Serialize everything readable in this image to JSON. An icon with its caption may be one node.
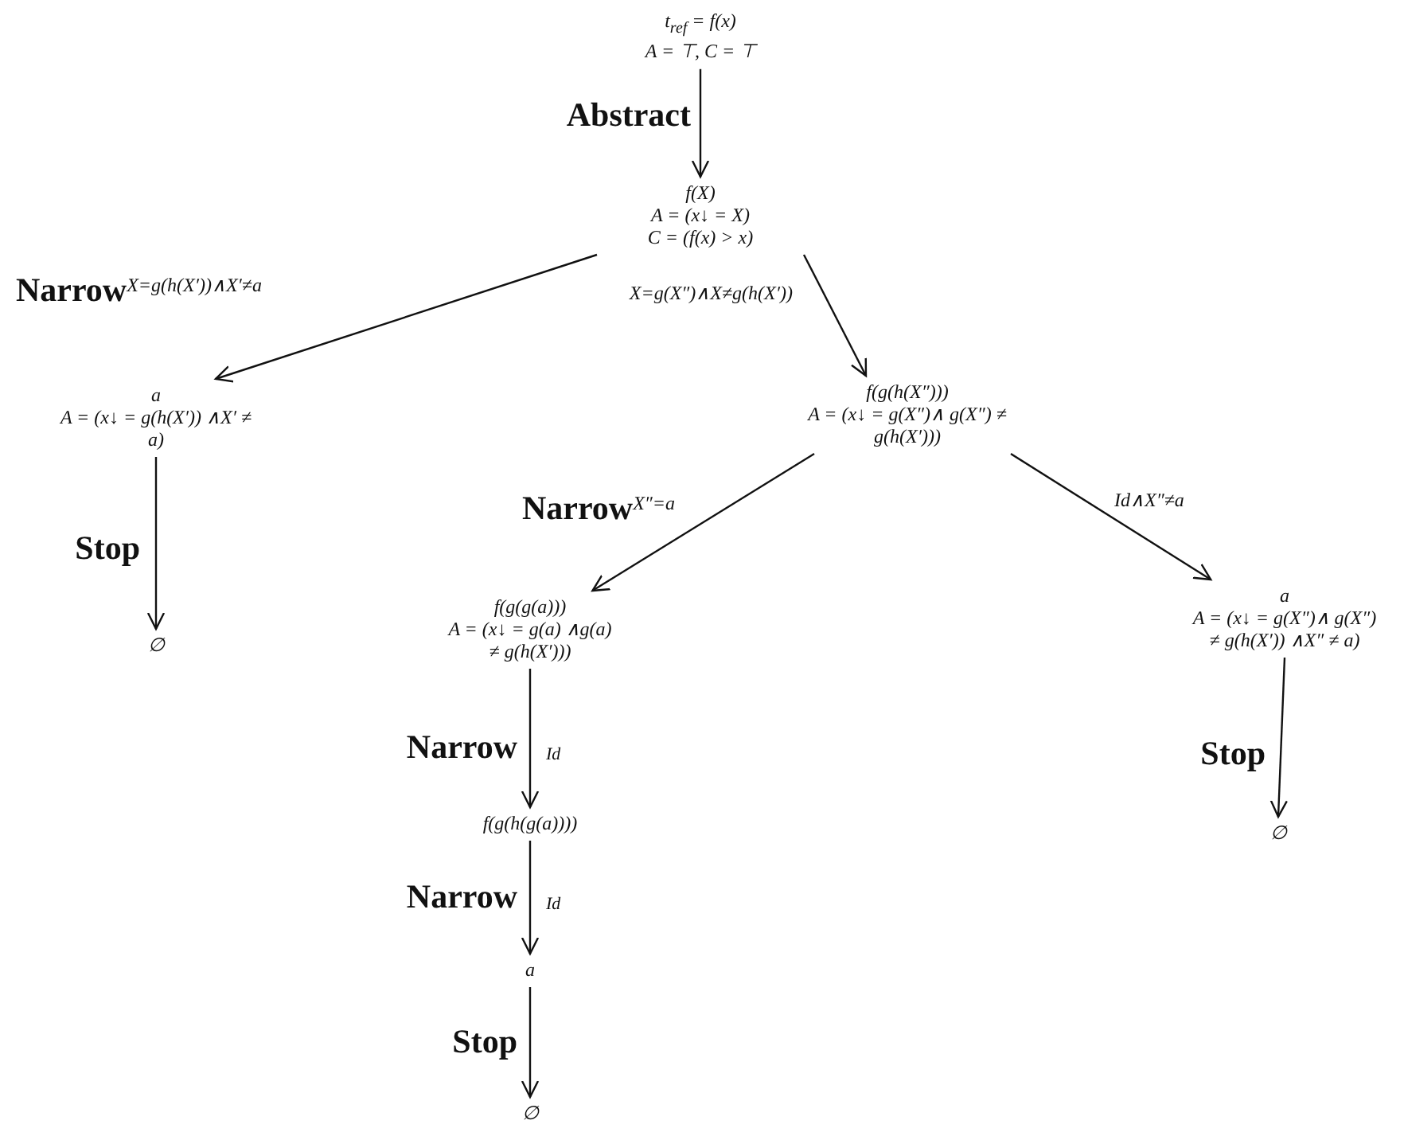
{
  "diagram": {
    "nodes": [
      {
        "text": [
          "t$_{ref}$ = f(x)",
          "A = ⊤, C = ⊤"
        ]
      },
      {
        "text": [
          "f(X)",
          "A = (x↓ = X)",
          "C = (f(x) > x)"
        ]
      },
      {
        "text": [
          "a",
          "A = (x↓ = g(h(X′)) ∧X′ ≠ a)"
        ]
      },
      {
        "text": [
          "f(g(h(X″)))",
          "A = (x↓ = g(X″)∧ g(X″) ≠ g(h(X′)))"
        ]
      },
      {
        "text": [
          "∅"
        ]
      },
      {
        "text": [
          "f(g(g(a)))",
          "A = (x↓ = g(a) ∧g(a) ≠ g(h(X′)))"
        ]
      },
      {
        "text": [
          "a",
          "A = (x↓ = g(X″)∧ g(X″) ≠ g(h(X′)) ∧X″ ≠ a)"
        ]
      },
      {
        "text": [
          "∅"
        ]
      },
      {
        "text": [
          "f(g(h(g(a))))"
        ]
      },
      {
        "text": [
          "a"
        ]
      },
      {
        "text": [
          "∅"
        ]
      }
    ],
    "edges": [
      {
        "from": 0,
        "to": 1,
        "arrow": "to",
        "label": "Abstract"
      },
      {
        "from": 1,
        "to": 2,
        "arrow": "to",
        "label": "Narrow$^{X=g(h(X′))∧X′≠a}$"
      },
      {
        "from": 1,
        "to": 3,
        "arrow": "to",
        "label": "X=g(X″)∧X≠g(h(X′))"
      },
      {
        "from": 2,
        "to": 4,
        "arrow": "to",
        "label": "Stop"
      },
      {
        "from": 3,
        "to": 5,
        "arrow": "to",
        "label": "Narrow$^{X″=a}$"
      },
      {
        "from": 3,
        "to": 6,
        "arrow": "to",
        "label": "Id∧X″≠a"
      },
      {
        "from": 6,
        "to": 7,
        "arrow": "to",
        "label": "Stop"
      },
      {
        "from": 5,
        "to": 8,
        "arrow": "to",
        "label": "Narrow"
      },
      {
        "from": 8,
        "to": 9,
        "arrow": "to",
        "label": "Narrow"
      },
      {
        "from": 9,
        "to": 10,
        "arrow": "to",
        "label": "Stop"
      }
    ],
    "labels": [
      "Id",
      "Id"
    ]
  }
}
